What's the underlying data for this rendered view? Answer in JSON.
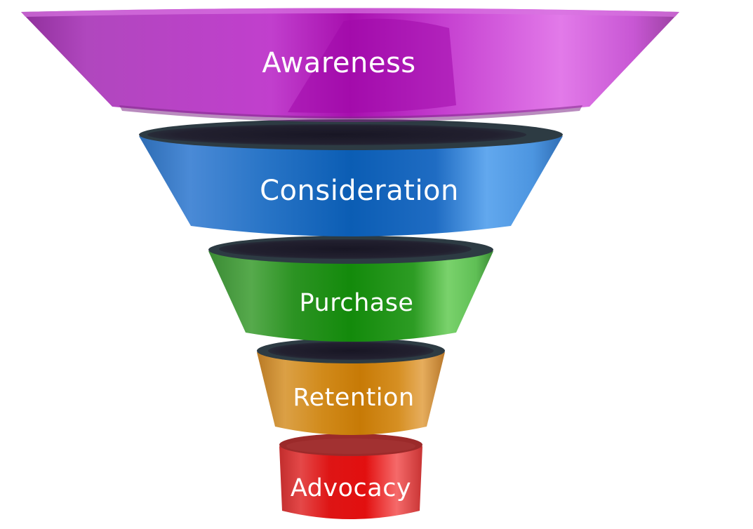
{
  "funnel": {
    "stages": [
      {
        "label": "Awareness",
        "color": "#b93dc6"
      },
      {
        "label": "Consideration",
        "color": "#1b66c0"
      },
      {
        "label": "Purchase",
        "color": "#1e8e12"
      },
      {
        "label": "Retention",
        "color": "#d0820f"
      },
      {
        "label": "Advocacy",
        "color": "#e31616"
      }
    ],
    "inner_shadow_color": "#1e1c2a"
  }
}
